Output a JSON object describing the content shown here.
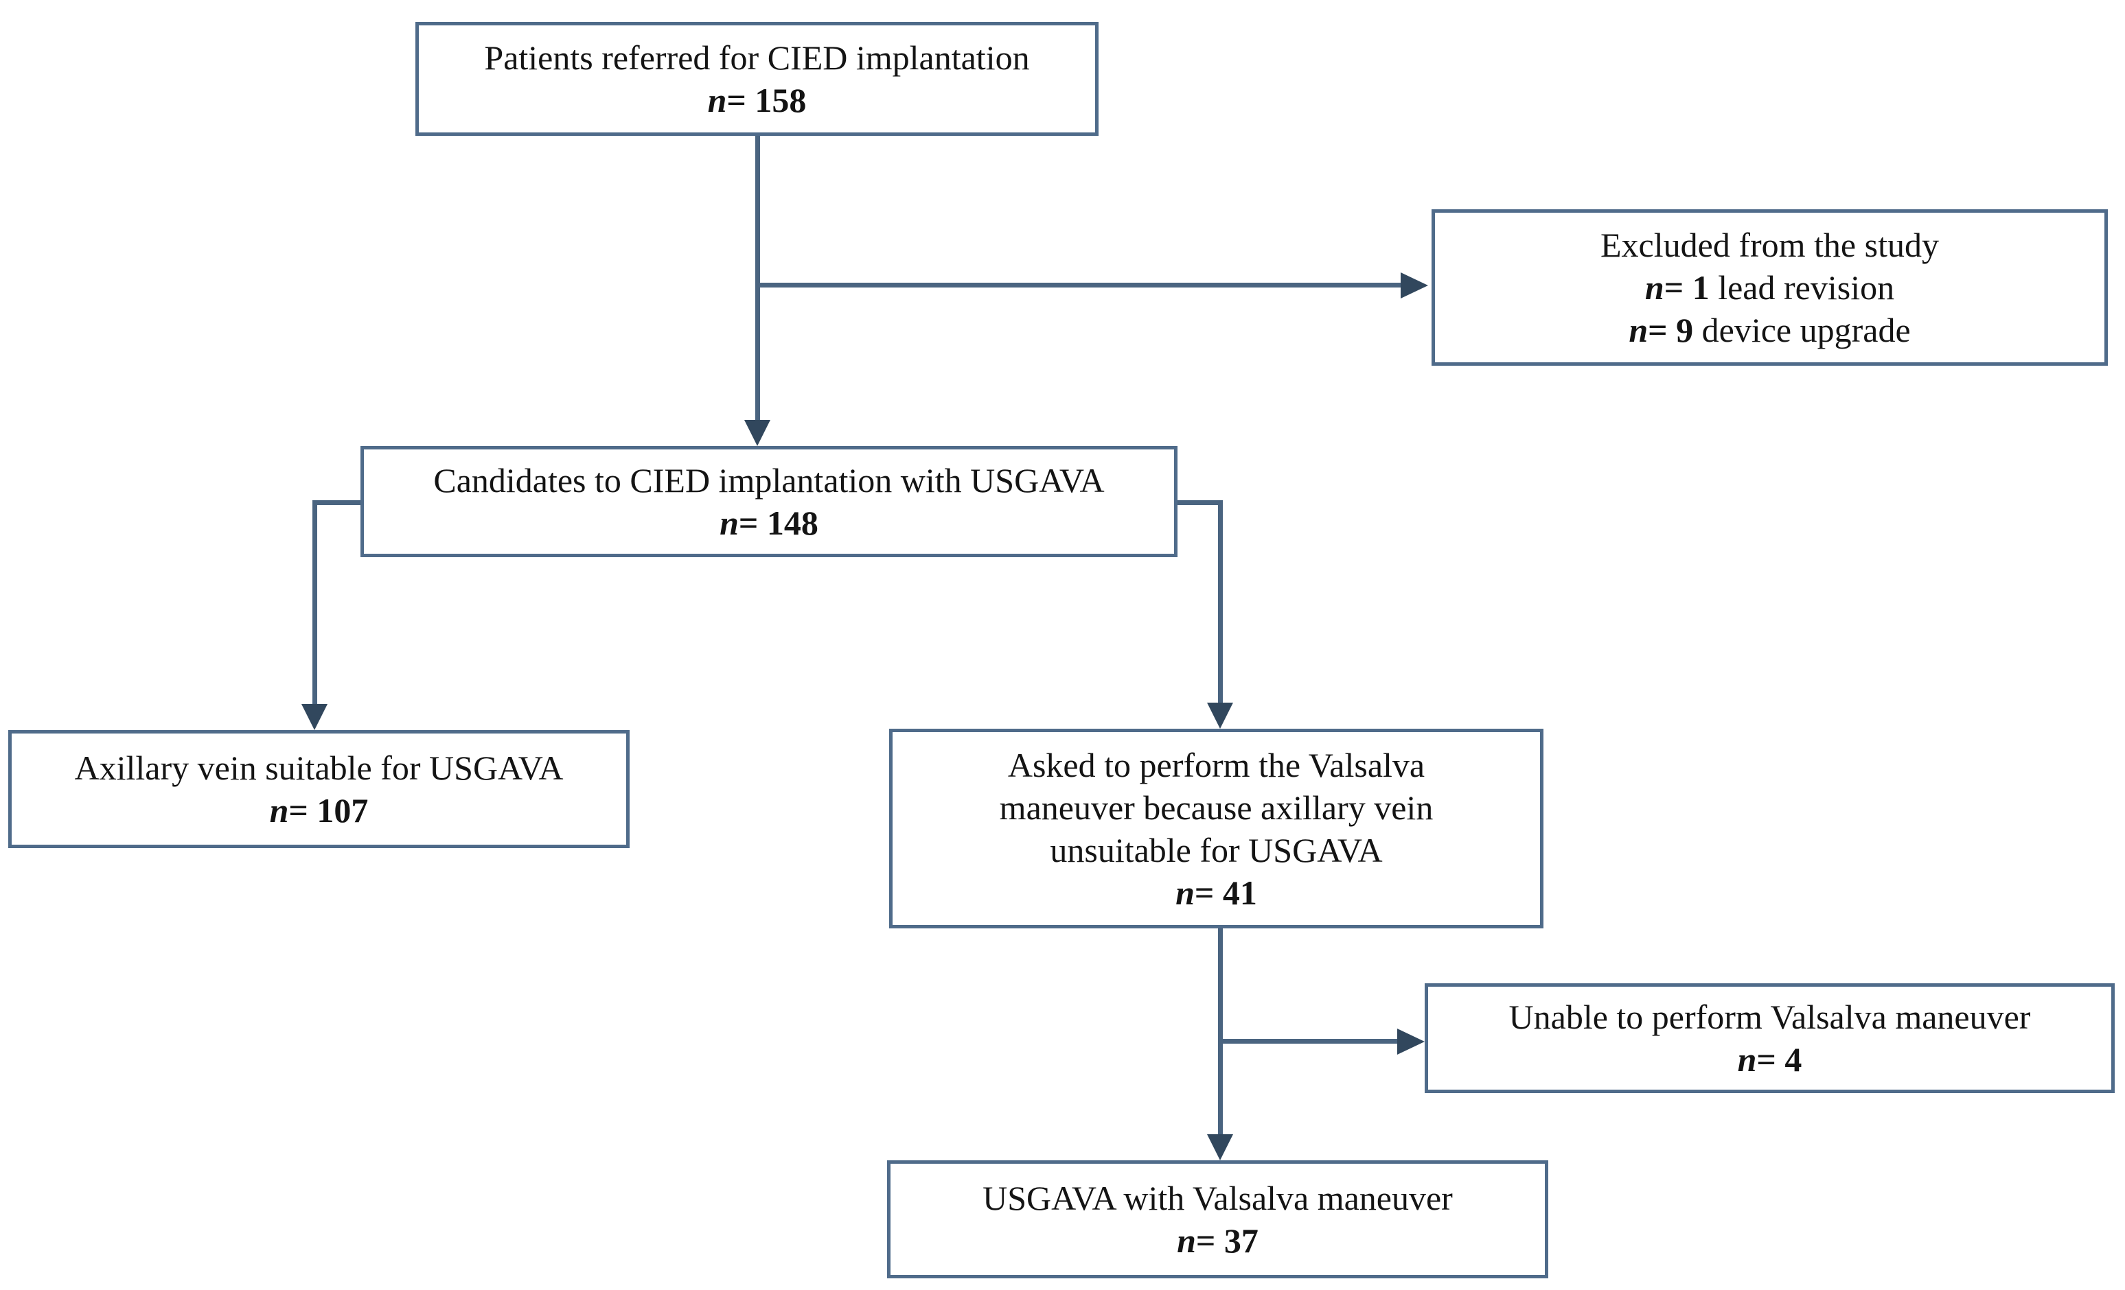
{
  "figure": {
    "type": "flowchart",
    "background": "#ffffff",
    "colors": {
      "box_border": "#4f6b8a",
      "connector_line": "#4a6480",
      "arrowhead": "#31475d",
      "text": "#141414"
    },
    "nodes": {
      "referred": {
        "lines": [
          "Patients referred for CIED implantation"
        ],
        "n": "n",
        "count": "= 158"
      },
      "excluded": {
        "lines": [
          "Excluded from the study"
        ],
        "stats": [
          {
            "n": "n",
            "count": "= 1",
            "rest": " lead revision"
          },
          {
            "n": "n",
            "count": "= 9",
            "rest": " device upgrade"
          }
        ]
      },
      "candidates": {
        "lines": [
          "Candidates to CIED implantation with USGAVA"
        ],
        "n": "n",
        "count": "= 148"
      },
      "suitable": {
        "lines": [
          "Axillary vein suitable for USGAVA"
        ],
        "n": "n",
        "count": "= 107"
      },
      "asked_valsalva": {
        "lines": [
          "Asked to perform the Valsalva",
          "maneuver because axillary vein",
          "unsuitable for USGAVA"
        ],
        "n": "n",
        "count": "= 41"
      },
      "unable_valsalva": {
        "lines": [
          "Unable to perform Valsalva maneuver"
        ],
        "n": "n",
        "count": "= 4"
      },
      "usgava_valsalva": {
        "lines": [
          "USGAVA with Valsalva maneuver"
        ],
        "n": "n",
        "count": "= 37"
      }
    },
    "edges": [
      "referred -> candidates",
      "referred -> excluded",
      "candidates -> suitable",
      "candidates -> asked_valsalva",
      "asked_valsalva -> unable_valsalva",
      "asked_valsalva -> usgava_valsalva"
    ]
  }
}
